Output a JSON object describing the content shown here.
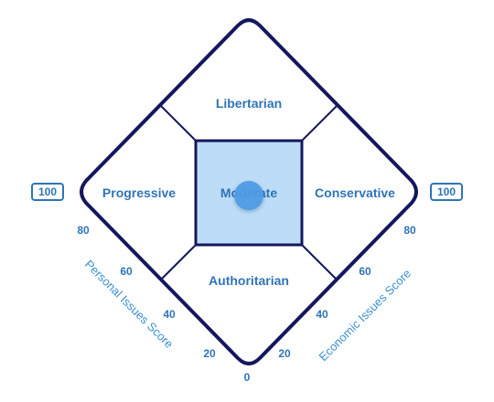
{
  "regions": {
    "top": "Libertarian",
    "left": "Progressive",
    "center": "Moderate",
    "right": "Conservative",
    "bottom": "Authoritarian"
  },
  "personal_axis": {
    "title": "Personal Issues Score",
    "max_label": "100",
    "ticks": [
      "80",
      "60",
      "40",
      "20"
    ]
  },
  "economic_axis": {
    "title": "Economic Issues Score",
    "max_label": "100",
    "ticks": [
      "80",
      "60",
      "40",
      "20"
    ]
  },
  "origin_label": "0",
  "marker": {
    "personal_score": 50,
    "economic_score": 50
  },
  "colors": {
    "outline": "#14175e",
    "center_fill": "#bcdcf7",
    "marker": "#4d9be6",
    "label": "#2f74b8",
    "axis_title": "#3a8fd0"
  }
}
